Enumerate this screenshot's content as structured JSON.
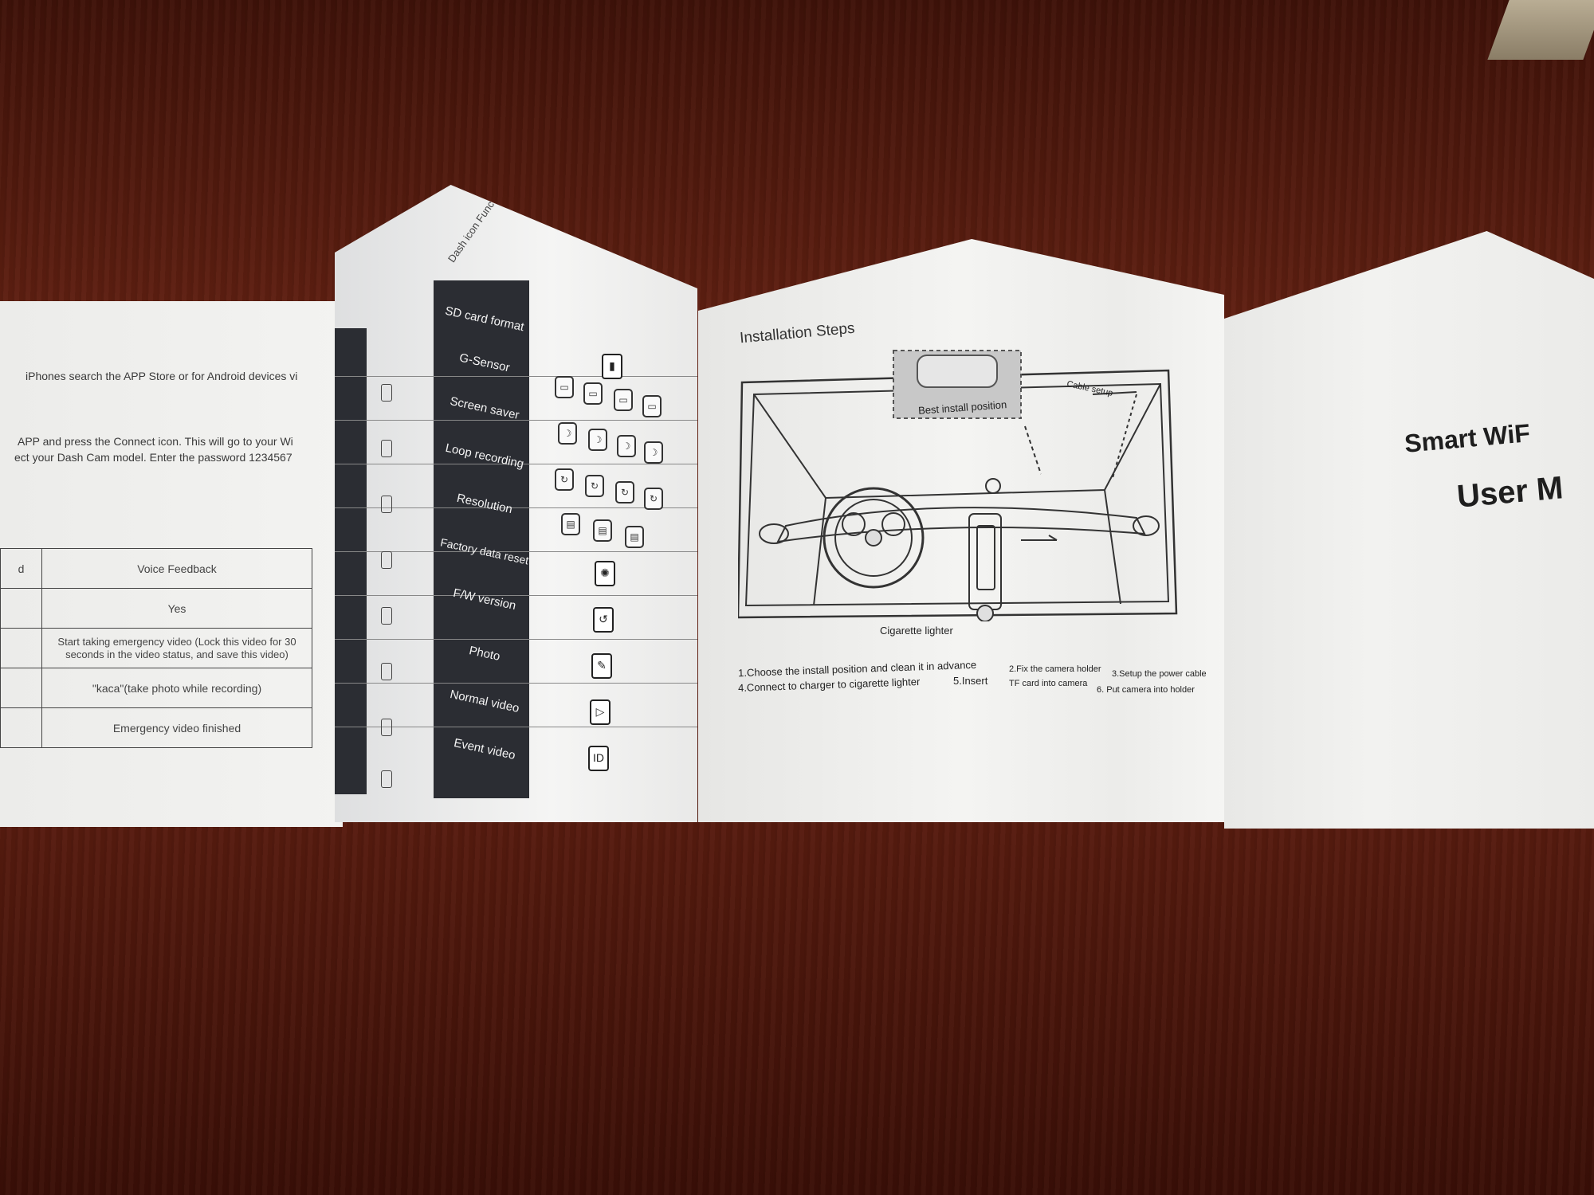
{
  "app_panel": {
    "line1": "iPhones search the APP Store or for Android devices vi",
    "line2": "APP and press the Connect icon. This will go to your Wi",
    "line3": "ect your Dash Cam model. Enter the password 1234567",
    "table_header_left": "d",
    "table_header": "Voice Feedback",
    "rows": [
      "Yes",
      "Start taking emergency video (Lock this video for 30 seconds in the video status, and save this video)",
      "\"kaca\"(take photo while recording)",
      "Emergency video finished"
    ]
  },
  "icon_panel": {
    "heading": "Dash icon Functions",
    "functions": [
      "SD card format",
      "G-Sensor",
      "Screen saver",
      "Loop recording",
      "Resolution",
      "Factory data reset",
      "F/W version",
      "Photo",
      "Normal video",
      "Event video"
    ],
    "icon_names": [
      "sd-card-icon",
      "g-sensor-icon",
      "screen-saver-icon",
      "loop-icon",
      "resolution-icon",
      "reset-icon",
      "firmware-icon",
      "photo-icon",
      "normal-video-icon",
      "event-video-icon"
    ]
  },
  "install_panel": {
    "title": "Installation Steps",
    "best_position": "Best install position",
    "cable_setup": "Cable setup",
    "cigarette_lighter": "Cigarette lighter",
    "step1": "1.Choose the install position and clean it in advance",
    "step2": "2.Fix the camera holder",
    "step3": "3.Setup the power cable",
    "step4": "4.Connect to charger to cigarette lighter",
    "step5a": "5.Insert",
    "step5b": "TF card into camera",
    "step6": "6. Put camera into holder"
  },
  "cover_panel": {
    "title_line1": "Smart WiF",
    "title_line2": "User M"
  },
  "colors": {
    "table_wood": "#5a1f12",
    "paper": "#f1f1ef",
    "dark_band": "#2b2d33"
  }
}
